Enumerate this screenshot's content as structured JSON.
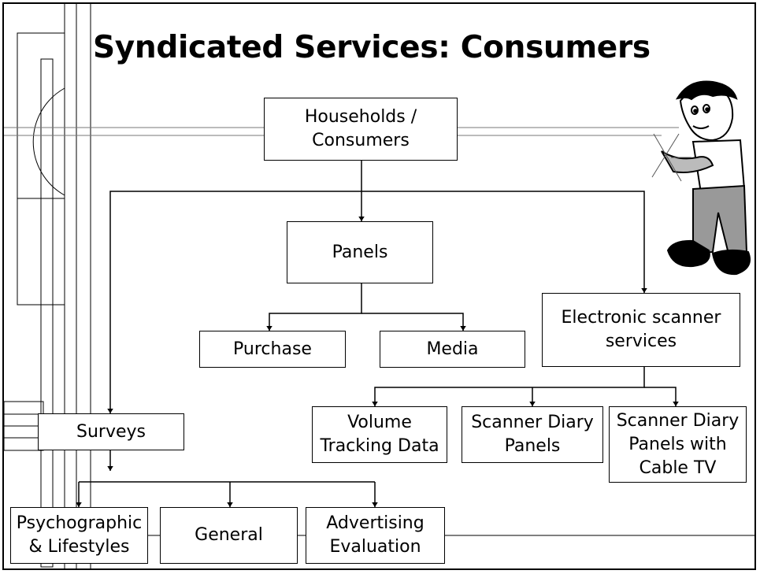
{
  "title": "Syndicated Services: Consumers",
  "nodes": {
    "households": "Households /\nConsumers",
    "panels": "Panels",
    "purchase": "Purchase",
    "media": "Media",
    "electronic_scanner": "Electronic scanner\nservices",
    "volume_tracking": "Volume\nTracking Data",
    "scanner_diary": "Scanner Diary\nPanels",
    "scanner_diary_cable": "Scanner Diary\nPanels with\nCable TV",
    "surveys": "Surveys",
    "psychographic": "Psychographic\n& Lifestyles",
    "general": "General",
    "advertising": "Advertising\nEvaluation"
  },
  "edges": [
    [
      "households",
      "panels"
    ],
    [
      "households",
      "electronic_scanner"
    ],
    [
      "households",
      "surveys"
    ],
    [
      "panels",
      "purchase"
    ],
    [
      "panels",
      "media"
    ],
    [
      "electronic_scanner",
      "volume_tracking"
    ],
    [
      "electronic_scanner",
      "scanner_diary"
    ],
    [
      "electronic_scanner",
      "scanner_diary_cable"
    ],
    [
      "surveys",
      "psychographic"
    ],
    [
      "surveys",
      "general"
    ],
    [
      "surveys",
      "advertising"
    ]
  ],
  "clipart": "cartoon-boy-icon"
}
